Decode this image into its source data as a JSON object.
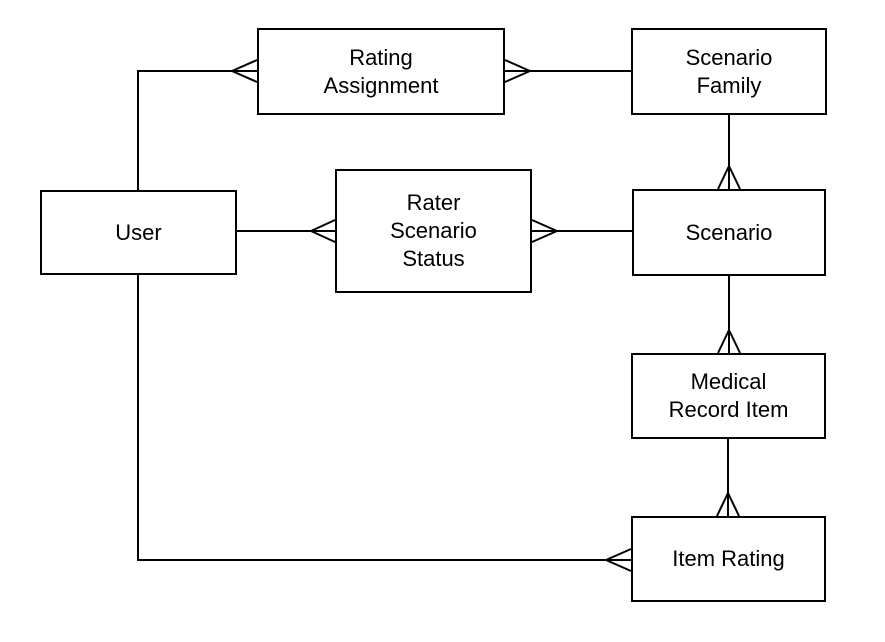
{
  "diagram": {
    "type": "entity-relationship-crows-foot",
    "background_color": "#ffffff",
    "box_fill_color": "#ffffff",
    "line_color": "#000000",
    "text_color": "#000000",
    "entities": {
      "user": {
        "label": "User"
      },
      "rating_assignment": {
        "label": "Rating\nAssignment"
      },
      "scenario_family": {
        "label": "Scenario\nFamily"
      },
      "rater_scenario_status": {
        "label": "Rater\nScenario\nStatus"
      },
      "scenario": {
        "label": "Scenario"
      },
      "medical_record_item": {
        "label": "Medical\nRecord Item"
      },
      "item_rating": {
        "label": "Item Rating"
      }
    },
    "relationships": [
      {
        "from": "User",
        "to": "Rating Assignment",
        "many_side": "Rating Assignment"
      },
      {
        "from": "Scenario Family",
        "to": "Rating Assignment",
        "many_side": "Rating Assignment"
      },
      {
        "from": "Scenario Family",
        "to": "Scenario",
        "many_side": "Scenario"
      },
      {
        "from": "User",
        "to": "Rater Scenario Status",
        "many_side": "Rater Scenario Status"
      },
      {
        "from": "Scenario",
        "to": "Rater Scenario Status",
        "many_side": "Rater Scenario Status"
      },
      {
        "from": "Scenario",
        "to": "Medical Record Item",
        "many_side": "Medical Record Item"
      },
      {
        "from": "Medical Record Item",
        "to": "Item Rating",
        "many_side": "Item Rating"
      },
      {
        "from": "User",
        "to": "Item Rating",
        "many_side": "Item Rating"
      }
    ]
  }
}
